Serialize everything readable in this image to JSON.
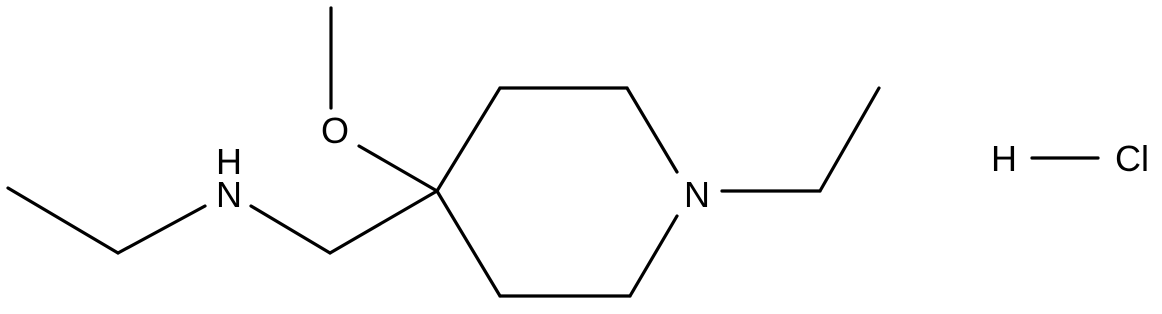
{
  "molecule": {
    "atoms": {
      "nh_h": "H",
      "nh_n": "N",
      "o": "O",
      "n_ring": "N",
      "h": "H",
      "cl": "Cl"
    }
  }
}
